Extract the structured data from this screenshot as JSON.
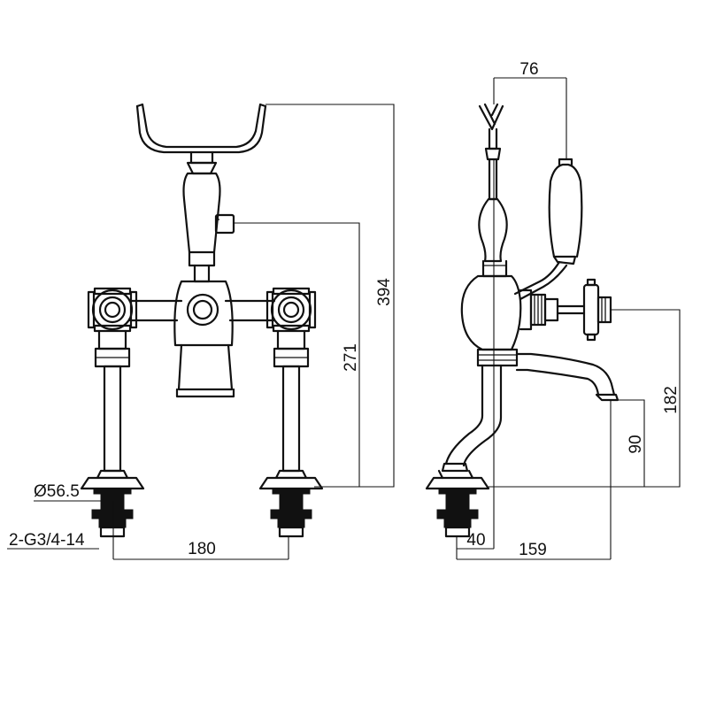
{
  "diagram": {
    "dimensions": {
      "d394": "394",
      "d271": "271",
      "d180": "180",
      "d56": "Ø56.5",
      "thread": "2-G3/4-14",
      "d76": "76",
      "d182": "182",
      "d90": "90",
      "d40": "40",
      "d159": "159"
    }
  }
}
